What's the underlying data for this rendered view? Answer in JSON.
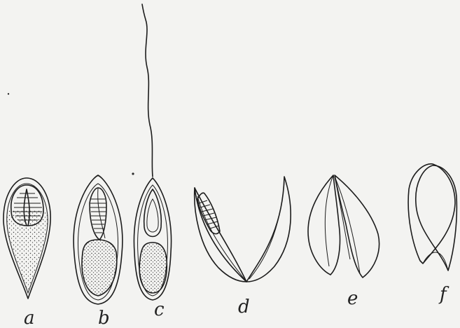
{
  "figure": {
    "panels": [
      {
        "id": "a",
        "label": "a"
      },
      {
        "id": "b",
        "label": "b"
      },
      {
        "id": "c",
        "label": "c"
      },
      {
        "id": "d",
        "label": "d"
      },
      {
        "id": "e",
        "label": "e"
      },
      {
        "id": "f",
        "label": "f"
      }
    ]
  },
  "colors": {
    "ink": "#1c1c1c",
    "paper": "#f3f3f1"
  }
}
